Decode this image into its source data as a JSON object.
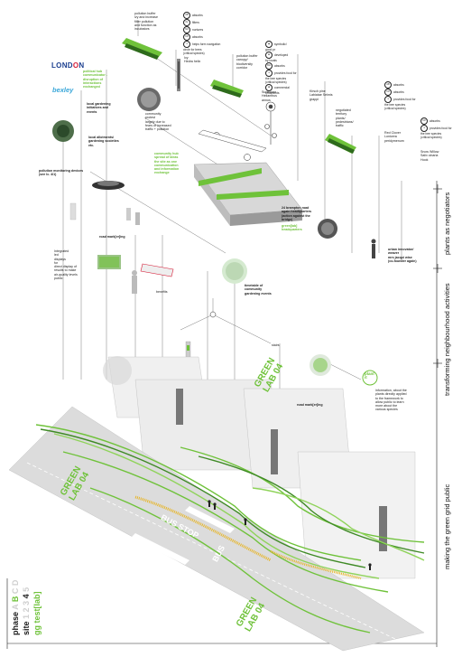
{
  "phase_block": {
    "phase_word": "phase",
    "phase_letters": [
      "A",
      "B",
      "C",
      "D"
    ],
    "site_word": "site",
    "site_numbers": [
      "1",
      "2",
      "3",
      "4",
      "5"
    ],
    "project": "gg test[lab]"
  },
  "side_headings": {
    "negotiators": "plants as negotiators",
    "activities": "transforming neighbourhood activities",
    "public": "making the green grid public"
  },
  "logos": {
    "london_1": "LOND",
    "london_o": "O",
    "london_2": "N",
    "bexley": "bexley"
  },
  "labels": {
    "pollution_buffer_top": "pollution buffer\nivy and increase\nfilter pollution\nand function as\nincubators",
    "ivy": "Ivy\nHedra helix",
    "pollution_buffer_right": "pollution buffer\ncanopy/\nbiodiversity\ncorridor",
    "sunflower": "Sunflower\nHelianthus\nannus",
    "political_hub": "political hub\ncommunicator -\ndisruption of\ninteractions\nexchanged",
    "local_gardening": "local gardening\ninitiatives and\nevents",
    "community_protest": "community\nprotest\nlargely due to\nfears of increased\ntraffic + pollution",
    "local_allotments": "local allotments/\ngardening societies\netc.",
    "pollution_devices": "pollution monitoring devices\n(see lc. 4/1)",
    "road_marking_top": "road mark[er]ing",
    "integrated_led": "Integrated\nled\ndisplays\nfor\ndirect display of\nresults to make\nair-quality levels\npublic",
    "timetable": "timetable of\ncommunity\ngardening events",
    "bench_protest": "benefits",
    "community_hub": "community hub\nspread of ideas\nthe site as one\ncommunication\nand information\nexchange",
    "brampton_road": "24 brampton road\nagain headquarters\n(action against the\nbridge)",
    "action_hq": "green[lab]\nheadquarters",
    "negotiated": "negotiated\nterritory\nplants/\npedestrians/\ntraffic",
    "kirsch_pine": "Kirsch pine\nLabiatae Selmis\ngrappi",
    "red_clover": "Red Clover\nLonicera\nperidymenum",
    "snow_willow": "Snow Willow\nSalix cinaria\nHook",
    "urban_innovator": "urban innovator/\nweaver\nmrs jacqui wise\n(co-founder again)",
    "info_plants": "information, about the\nplants directly applied\nto the framework to\nallow public to learn\nmore about the\nvarious species",
    "road_marking_low": "road mark[er]ing",
    "stairs": "stairs",
    "plant_it": "plant\nit",
    "green_lab_03": "GREEN\nLAB 04",
    "green_lab_left": "GREEN\nLAB 04",
    "green_lab_right": "GREEN\nLAB 04",
    "bus_stop": "BUS STOP",
    "bus": "BUS"
  },
  "legend_a": [
    {
      "code": "AB",
      "text": "absorbs"
    },
    {
      "code": "FL",
      "text": "filters"
    },
    {
      "code": "NU",
      "text": "nurtures"
    },
    {
      "code": "CO",
      "text": "absorbs"
    },
    {
      "code": "",
      "text": "helps form navigation\ncircle for bees\n(critical species)"
    }
  ],
  "legend_b": [
    {
      "code": "",
      "text": "symbolic/\ngood pr"
    },
    {
      "code": "",
      "text": "developed\nby locals"
    },
    {
      "code": "BG",
      "text": "absorbs"
    },
    {
      "code": "",
      "text": "provides food for\nthe bee species\n(critical species)"
    },
    {
      "code": "",
      "text": "commercial\nornaments"
    }
  ],
  "legend_c": [
    {
      "code": "AB",
      "text": "absorbs"
    },
    {
      "code": "CO",
      "text": "absorbs"
    },
    {
      "code": "",
      "text": "provides food for\nthe bee species\n(critical species)"
    },
    {
      "code": "CO",
      "text": "absorbs"
    },
    {
      "code": "",
      "text": "provides food for\nthe bee species\n(critical species)"
    }
  ],
  "colors": {
    "accent_green": "#6fc23a",
    "dark": "#1a1a1a",
    "road": "#d9d9d9",
    "building": "#eeeeee"
  }
}
